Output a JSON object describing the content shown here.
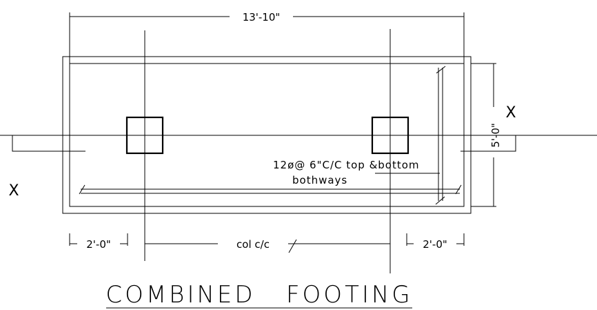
{
  "drawing": {
    "overall_length": "13'-10\"",
    "width_dimension": "5'-0\"",
    "left_projection": "2'-0\"",
    "right_projection": "2'-0\"",
    "column_spacing": "col c/c",
    "section_label_left": "X",
    "section_label_right": "X",
    "reinforcement_note_line1": "12ø@ 6\"C/C top &bottom",
    "reinforcement_note_line2": "bothways",
    "title": "COMBINED   FOOTING"
  },
  "colors": {
    "line": "#000000",
    "background": "#ffffff"
  }
}
